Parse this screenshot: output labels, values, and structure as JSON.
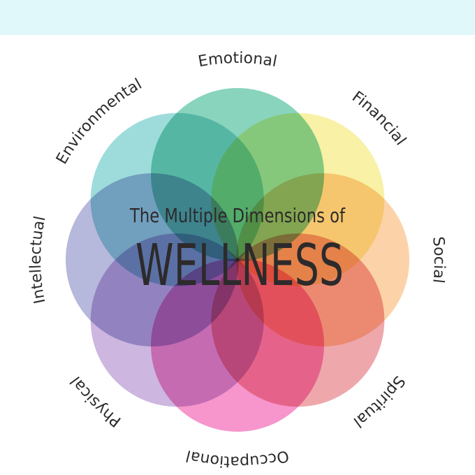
{
  "title": "The Multiple Dimensions of",
  "headline": "WELLNESS",
  "colors": {
    "top_band": "#e1f8fa",
    "text": "#2d2a2b"
  },
  "dimensions": [
    {
      "label": "Emotional",
      "color": "#5cc3a3"
    },
    {
      "label": "Financial",
      "color": "#f5ec83"
    },
    {
      "label": "Social",
      "color": "#fbc186"
    },
    {
      "label": "Spiritual",
      "color": "#e8868c"
    },
    {
      "label": "Occupational",
      "color": "#f36db8"
    },
    {
      "label": "Physical",
      "color": "#ba9ad3"
    },
    {
      "label": "Intellectual",
      "color": "#9a9ccf"
    },
    {
      "label": "Environmental",
      "color": "#79cfcf"
    }
  ]
}
